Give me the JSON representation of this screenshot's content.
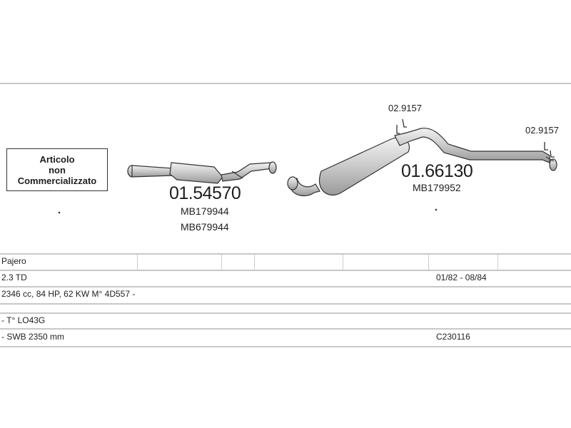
{
  "not_marketed_box": {
    "lines": [
      "Articolo",
      "non",
      "Commercializzato"
    ]
  },
  "parts": {
    "front_silencer": {
      "code": "01.54570",
      "oem_refs": [
        "MB179944",
        "MB679944"
      ]
    },
    "rear_silencer": {
      "code": "01.66130",
      "oem_refs": [
        "MB179952"
      ]
    },
    "clamp_1": {
      "code": "02.9157"
    },
    "clamp_2": {
      "code": "02.9157"
    }
  },
  "vehicle_table": {
    "model": "Pajero",
    "engine": "2.3 TD",
    "production": "01/82 - 08/84",
    "specs": "2346 cc, 84 HP, 62 KW M° 4D557 -",
    "type_code": "- T° LO43G",
    "wheelbase": "- SWB 2350 mm",
    "catalog_ref": "C230116"
  },
  "colors": {
    "line": "#333333",
    "grid": "#c8c8c8",
    "part_fill": "#d9d9d9"
  }
}
